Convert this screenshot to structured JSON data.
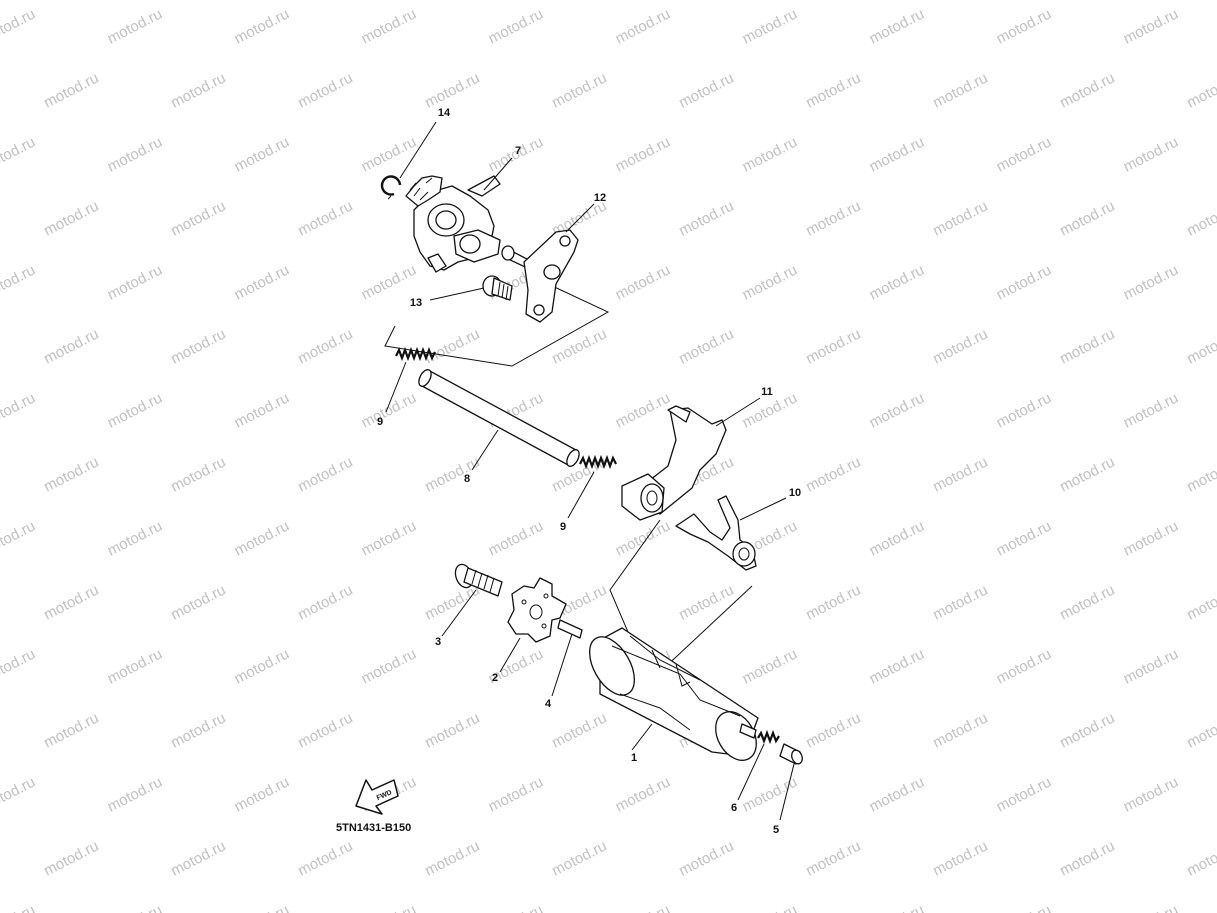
{
  "watermark": "motod.ru",
  "diagram_code": "5TN1431-B150",
  "fwd_label": "FWD",
  "callouts": [
    "14",
    "7",
    "12",
    "13",
    "9",
    "8",
    "11",
    "10",
    "9",
    "3",
    "2",
    "4",
    "1",
    "6",
    "5"
  ],
  "parts": {
    "drum": "1",
    "segment": "2",
    "segment_screw": "3",
    "dowel_pin": "4",
    "stopper_pin": "5",
    "stopper_spring": "6",
    "shift_cam_gear": "7",
    "fork_guide_bar": "8",
    "bar_spring": "9",
    "shift_fork_10": "10",
    "shift_fork_11": "11",
    "stopper_lever": "12",
    "lever_bolt": "13",
    "circlip": "14"
  }
}
